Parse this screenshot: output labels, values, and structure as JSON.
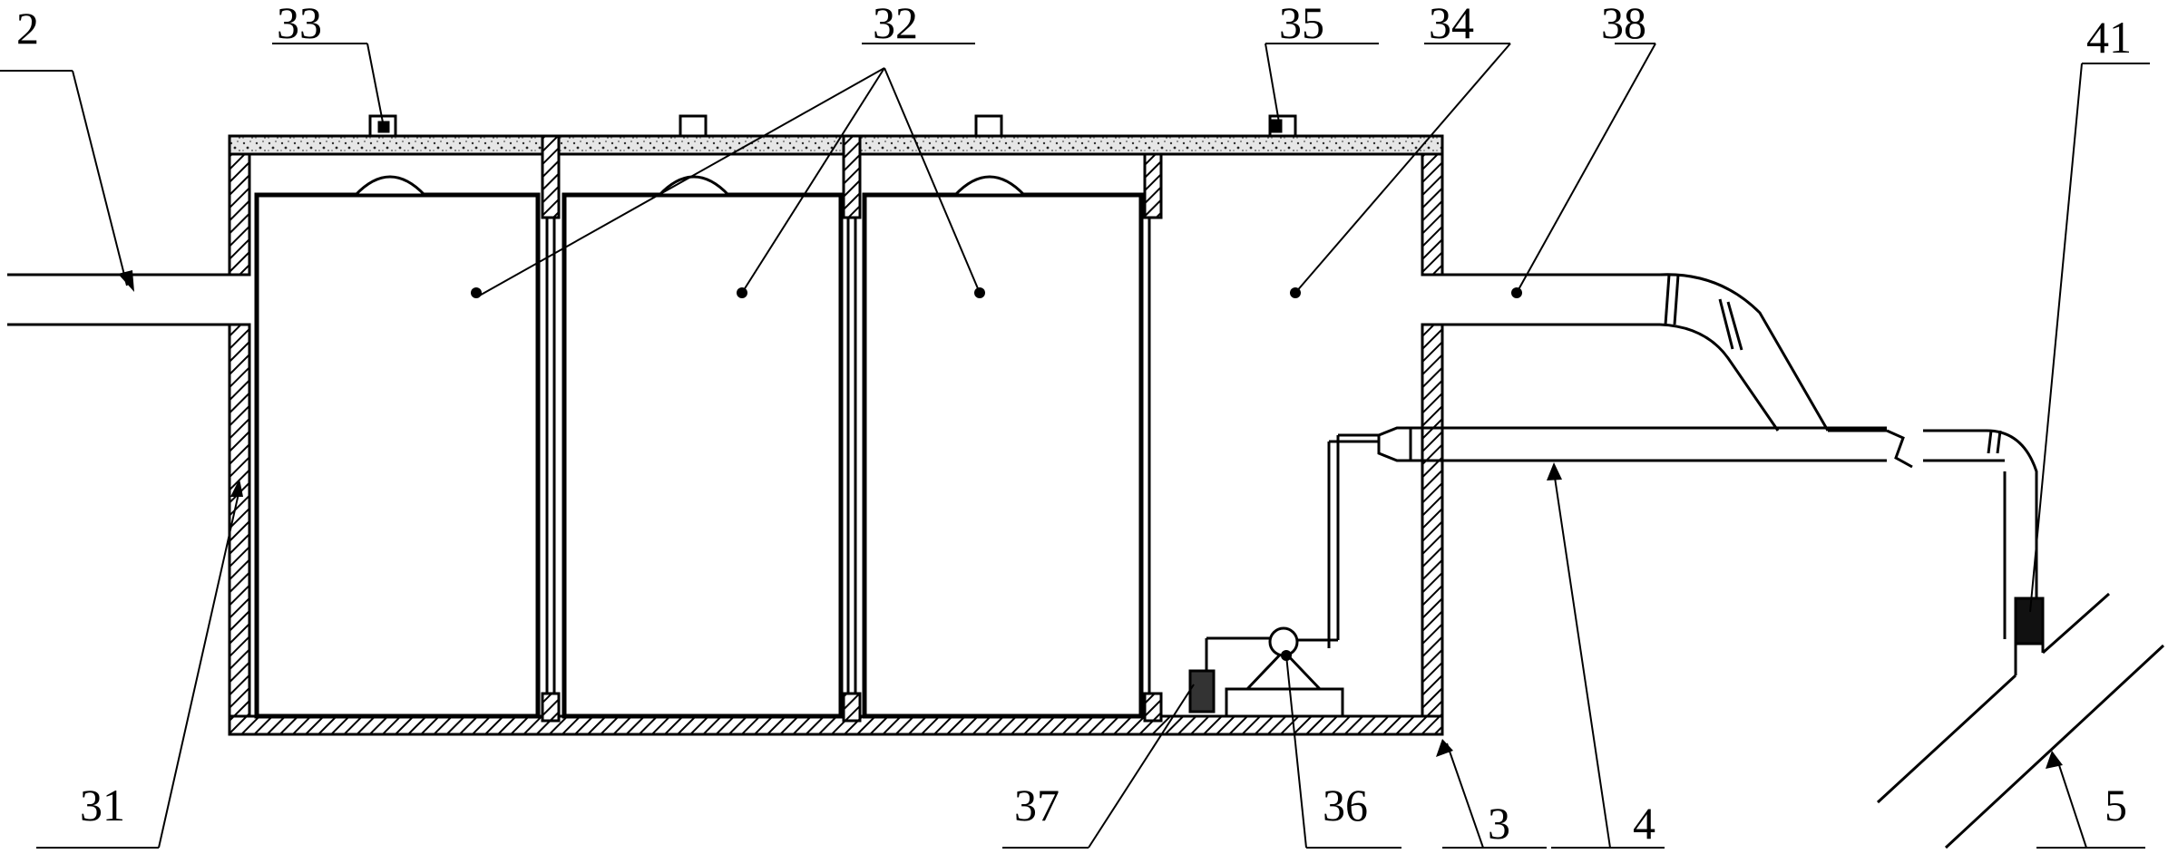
{
  "labels": {
    "l2": "2",
    "l3": "3",
    "l4": "4",
    "l5": "5",
    "l31": "31",
    "l32": "32",
    "l33": "33",
    "l34": "34",
    "l35": "35",
    "l36": "36",
    "l37": "37",
    "l38": "38",
    "l41": "41"
  },
  "colors": {
    "line": "#000000",
    "hatch": "#000000",
    "background": "#ffffff",
    "concrete_fill": "#e8e8e8"
  }
}
